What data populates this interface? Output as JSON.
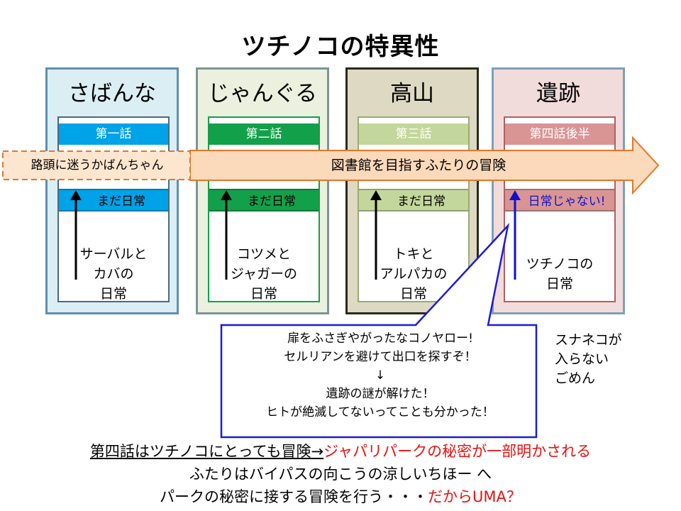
{
  "title": "ツチノコの特異性",
  "columns": [
    {
      "name": "さばんな",
      "episode": "第一話",
      "daily": "まだ日常",
      "desc": [
        "サーバルと",
        "カバの",
        "日常"
      ]
    },
    {
      "name": "じゃんぐる",
      "episode": "第二話",
      "daily": "まだ日常",
      "desc": [
        "コツメと",
        "ジャガーの",
        "日常"
      ]
    },
    {
      "name": "高山",
      "episode": "第三話",
      "daily": "まだ日常",
      "desc": [
        "トキと",
        "アルパカの",
        "日常"
      ]
    },
    {
      "name": "遺跡",
      "episode": "第四話後半",
      "daily": "日常じゃない!",
      "desc": [
        "ツチノコの",
        "日常"
      ]
    }
  ],
  "arrow": {
    "dashed_label": "路頭に迷うかばんちゃん",
    "main_label": "図書館を目指すふたりの冒険"
  },
  "callout": [
    "扉をふさぎやがったなコノヤロー!",
    "セルリアンを避けて出口を探すぞ！",
    "↓",
    "遺跡の謎が解けた！",
    "ヒトが絶滅してないってことも分かった！"
  ],
  "side_note": [
    "スナネコが",
    "入らない",
    "ごめん"
  ],
  "bottom": {
    "line1_part1": "第四話はツチノコにとっても冒険→",
    "line1_part2": "ジャパリパークの秘密が一部明かされる",
    "line2": "ふたりはバイパスの向こうの涼しいちほー へ",
    "line3_part1": "パークの秘密に接する冒険を行う・・・",
    "line3_part2": "だからUMA？"
  },
  "colors": {
    "savanna_bg": "#dbeef4",
    "savanna_border": "#5f8fb0",
    "savanna_ep": "#00a2e8",
    "jungle_bg": "#ebf1de",
    "jungle_border": "#7f9497",
    "jungle_ep": "#13a04a",
    "highland_bg": "#ddd9c3",
    "highland_border": "#2a2a1a",
    "highland_ep": "#c3d69b",
    "ruins_bg": "#f2dcdb",
    "ruins_border": "#7f9fb8",
    "ruins_ep": "#d99594",
    "arrow_fill": "#fbd9bb",
    "arrow_stroke": "#e0782a",
    "callout_border": "#1b1bd8",
    "highlight_red": "#e81010",
    "nonordinary_blue": "#1010cc"
  }
}
